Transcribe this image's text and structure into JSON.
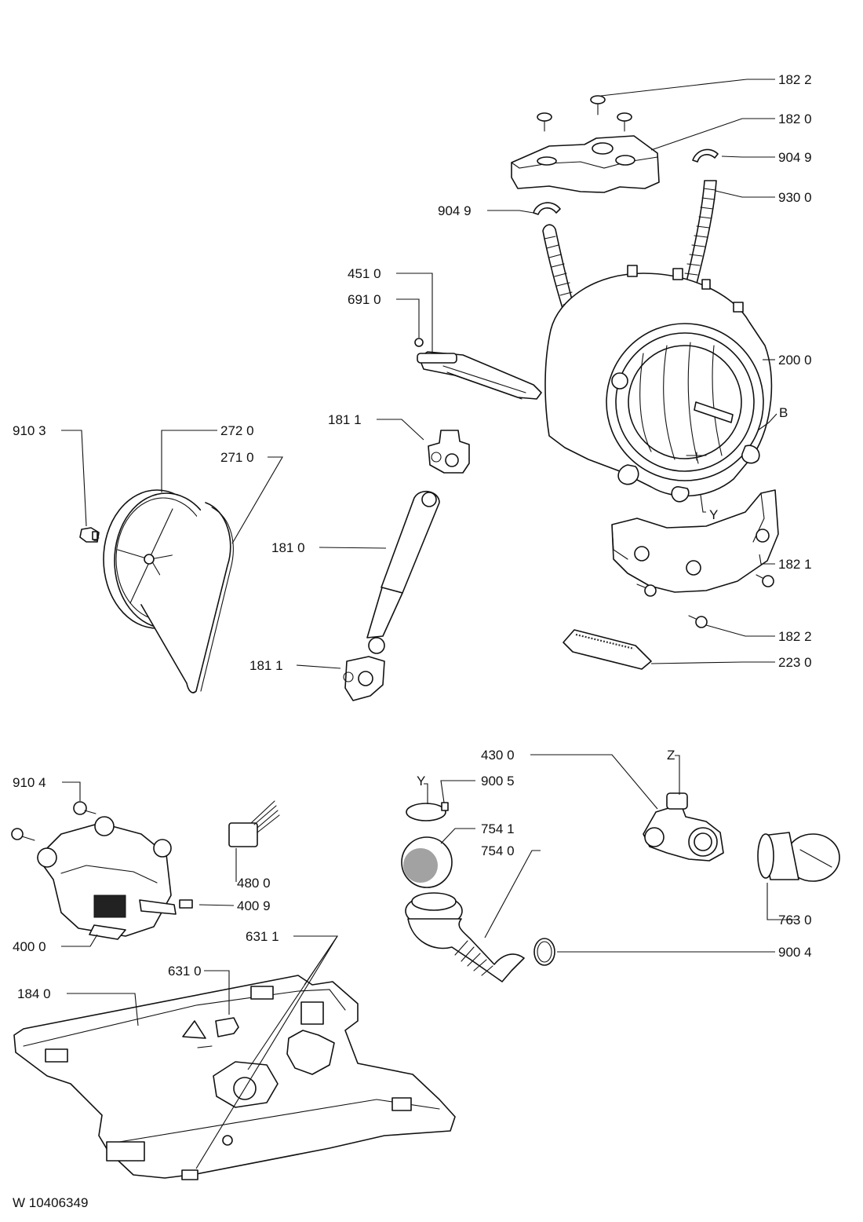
{
  "document_id": "W 10406349",
  "callouts": [
    {
      "id": "c-1822a",
      "text": "182 2"
    },
    {
      "id": "c-1820",
      "text": "182 0"
    },
    {
      "id": "c-9049a",
      "text": "904 9"
    },
    {
      "id": "c-9300",
      "text": "930 0"
    },
    {
      "id": "c-9049b",
      "text": "904 9"
    },
    {
      "id": "c-4510",
      "text": "451 0"
    },
    {
      "id": "c-6910",
      "text": "691 0"
    },
    {
      "id": "c-2000",
      "text": "200 0"
    },
    {
      "id": "c-B",
      "text": "B"
    },
    {
      "id": "c-1811a",
      "text": "181 1"
    },
    {
      "id": "c-9103",
      "text": "910 3"
    },
    {
      "id": "c-2720",
      "text": "272 0"
    },
    {
      "id": "c-2710",
      "text": "271 0"
    },
    {
      "id": "c-Y1",
      "text": "Y"
    },
    {
      "id": "c-1810",
      "text": "181 0"
    },
    {
      "id": "c-1821",
      "text": "182 1"
    },
    {
      "id": "c-1822b",
      "text": "182 2"
    },
    {
      "id": "c-2230",
      "text": "223 0"
    },
    {
      "id": "c-1811b",
      "text": "181 1"
    },
    {
      "id": "c-4300",
      "text": "430 0"
    },
    {
      "id": "c-Z",
      "text": "Z"
    },
    {
      "id": "c-Y2",
      "text": "Y"
    },
    {
      "id": "c-9005",
      "text": "900 5"
    },
    {
      "id": "c-9104",
      "text": "910 4"
    },
    {
      "id": "c-7541",
      "text": "754 1"
    },
    {
      "id": "c-7540",
      "text": "754 0"
    },
    {
      "id": "c-4800",
      "text": "480 0"
    },
    {
      "id": "c-4009",
      "text": "400 9"
    },
    {
      "id": "c-7630",
      "text": "763 0"
    },
    {
      "id": "c-4000",
      "text": "400 0"
    },
    {
      "id": "c-6311",
      "text": "631 1"
    },
    {
      "id": "c-9004",
      "text": "900 4"
    },
    {
      "id": "c-6310",
      "text": "631 0"
    },
    {
      "id": "c-1840",
      "text": "184 0"
    }
  ]
}
